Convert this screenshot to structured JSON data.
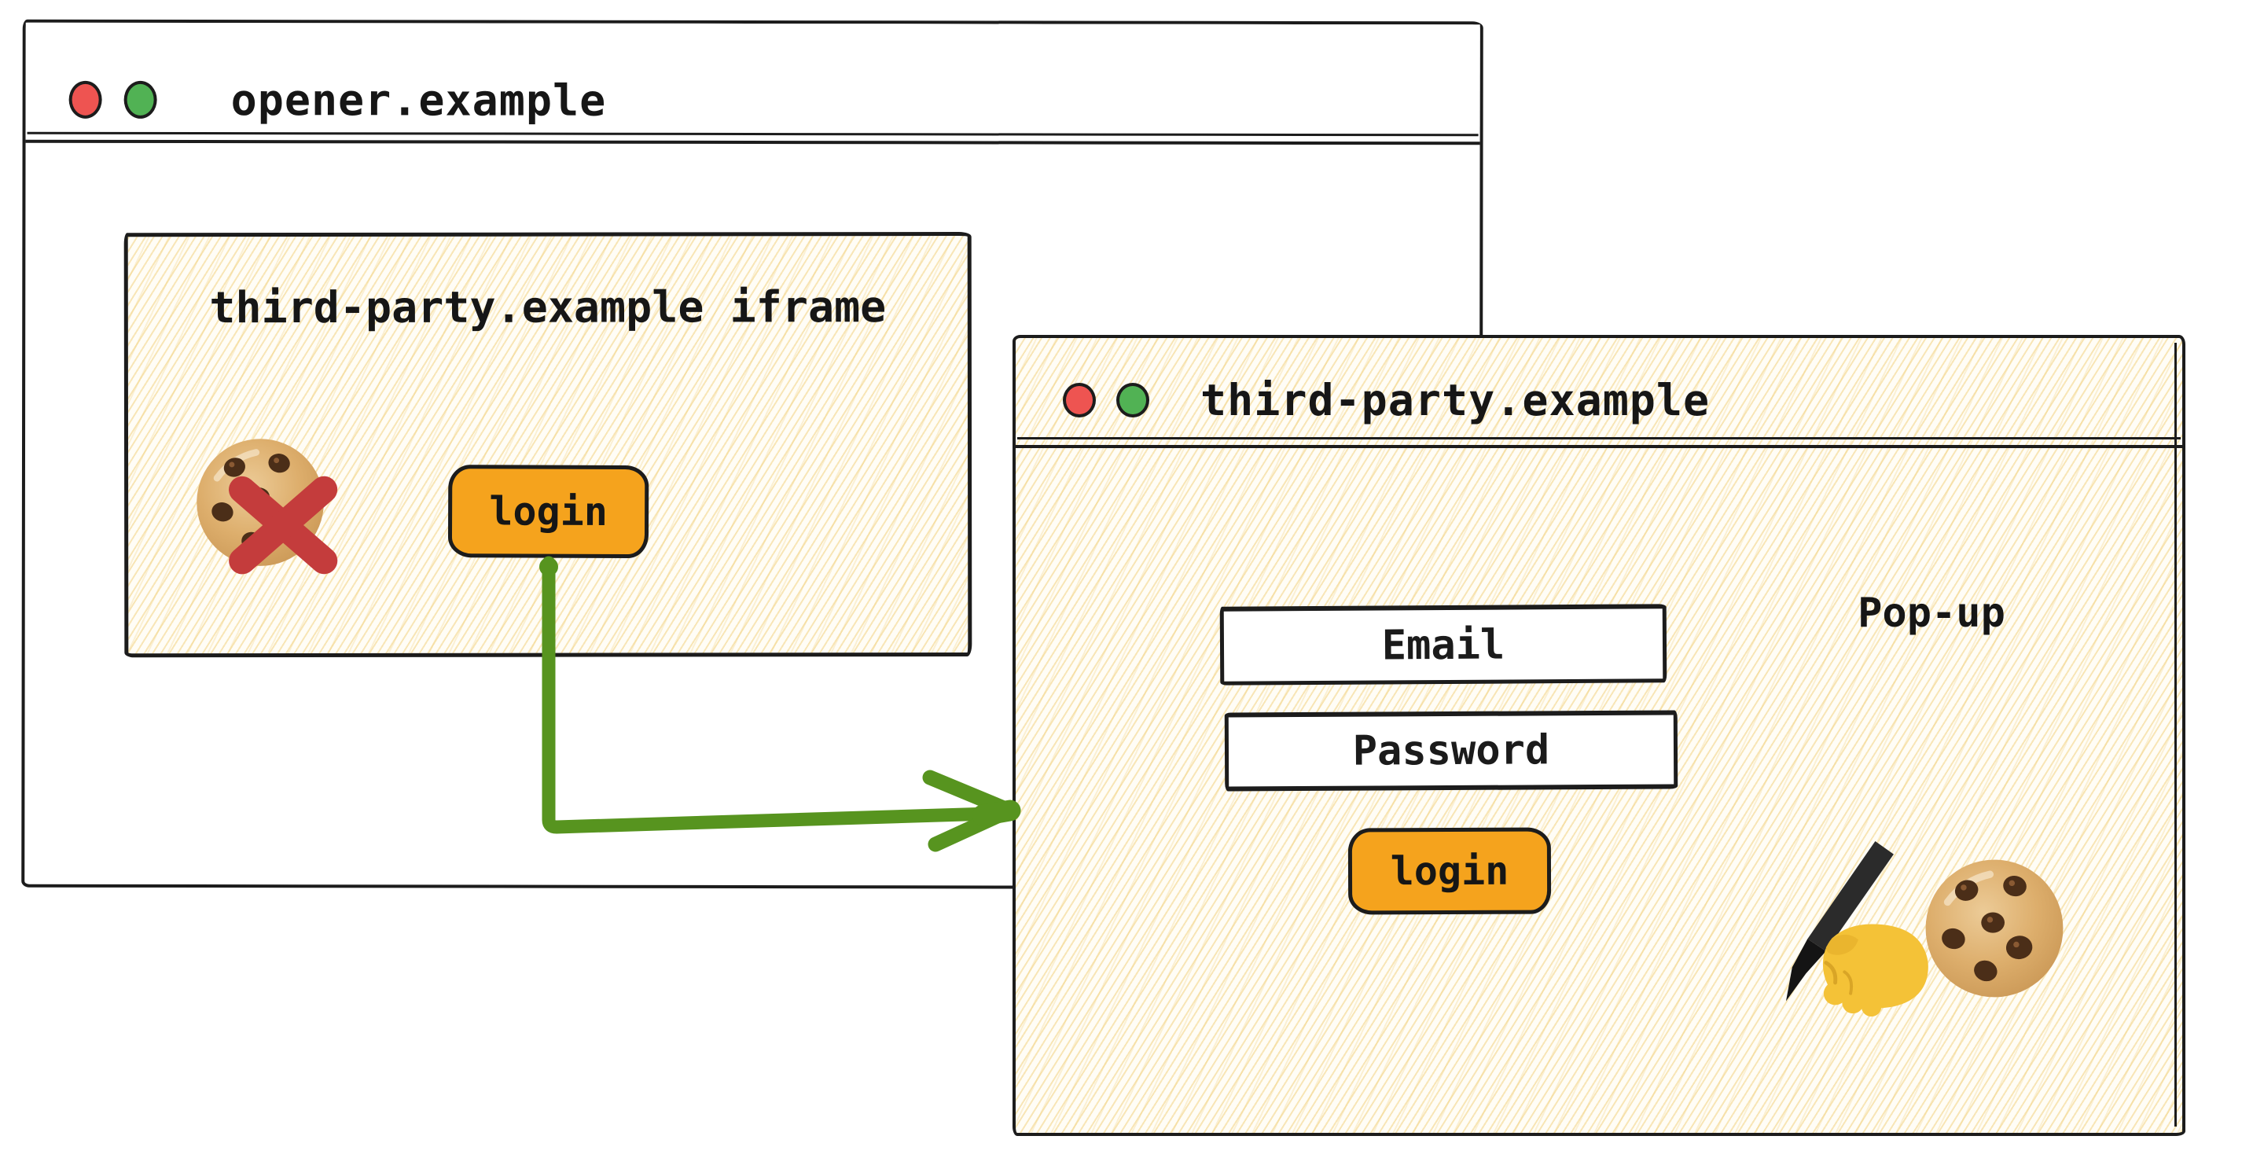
{
  "opener_window": {
    "title": "opener.example",
    "traffic_lights": [
      "close",
      "minimize"
    ],
    "iframe": {
      "title": "third-party.example iframe",
      "login_button_label": "login",
      "cookie_icon": "cookie-icon",
      "blocked_mark_icon": "red-x-icon"
    }
  },
  "popup_window": {
    "title": "third-party.example",
    "window_label": "Pop-up",
    "fields": {
      "email": "Email",
      "password": "Password"
    },
    "login_button_label": "login",
    "icons": [
      "writing-hand-icon",
      "cookie-icon"
    ]
  },
  "colors": {
    "ink": "#1c1c1c",
    "button_orange": "#f5a31d",
    "arrow_green": "#57941f",
    "blocked_x_red": "#c43c3c",
    "traffic_light_red": "#ee5451",
    "traffic_light_green": "#51b254",
    "hatch_yellow": "#f2d282"
  }
}
